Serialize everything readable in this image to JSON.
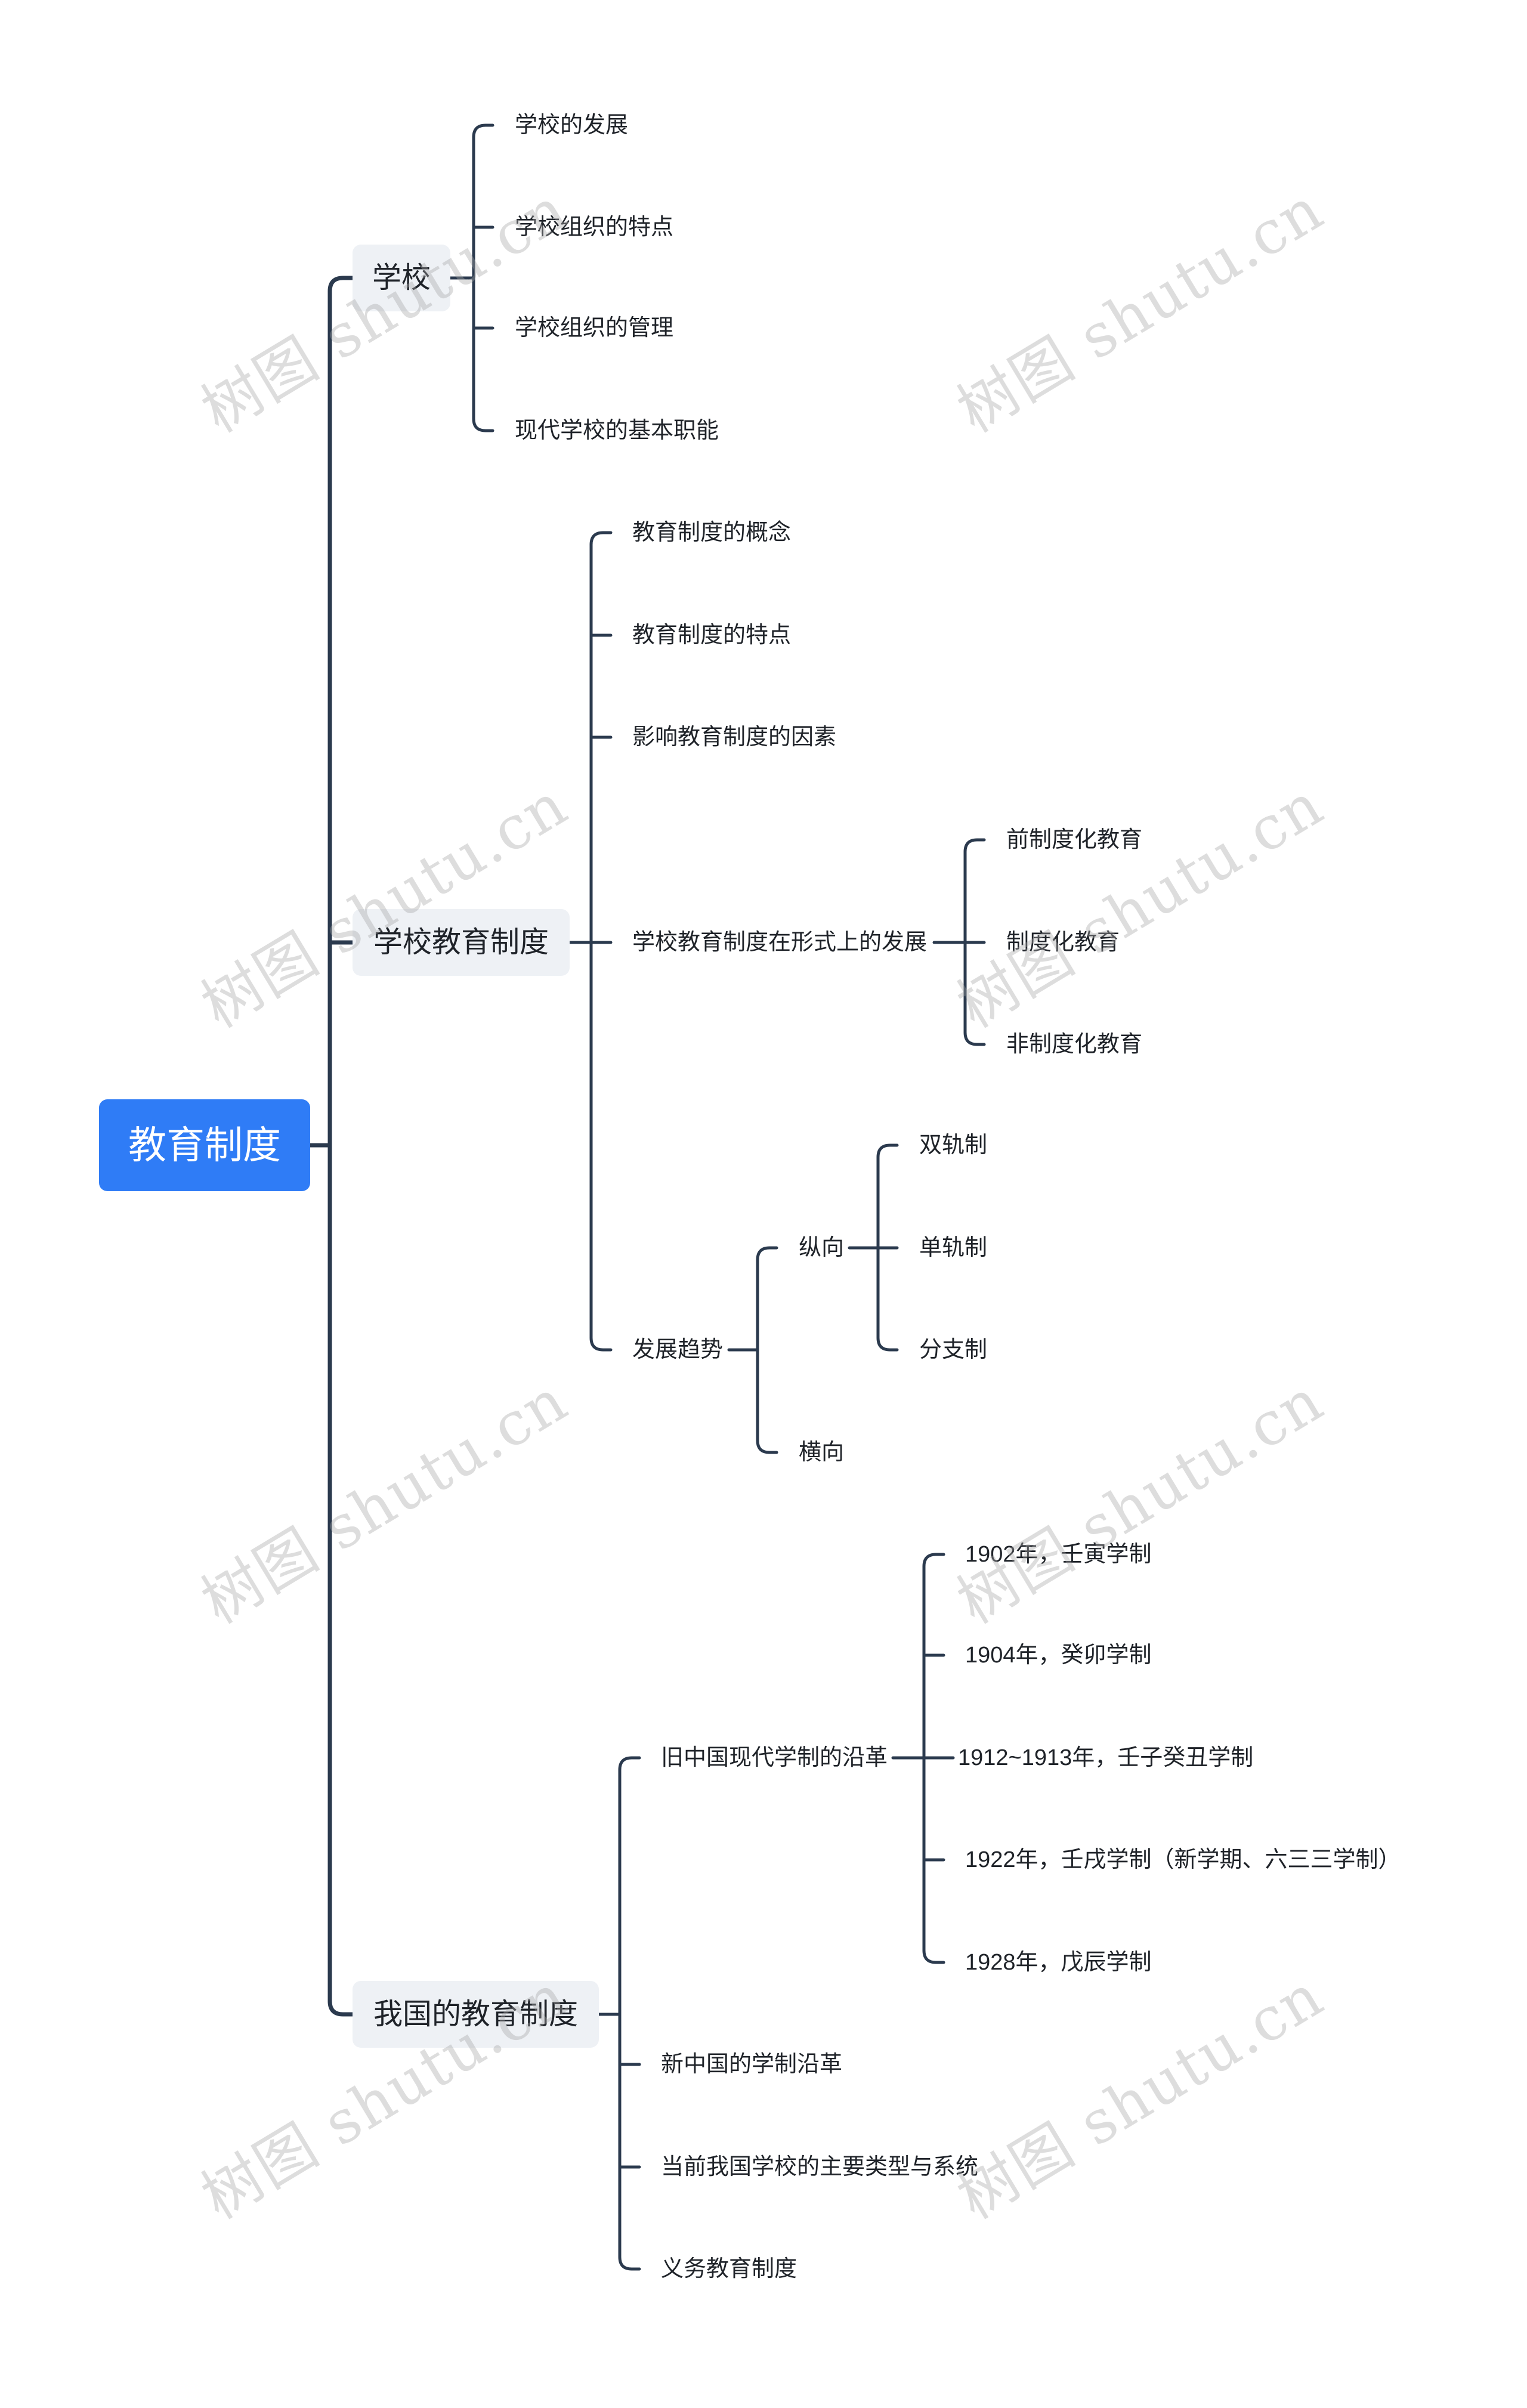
{
  "root": {
    "label": "教育制度"
  },
  "branches": [
    {
      "label": "学校",
      "children": [
        {
          "label": "学校的发展"
        },
        {
          "label": "学校组织的特点"
        },
        {
          "label": "学校组织的管理"
        },
        {
          "label": "现代学校的基本职能"
        }
      ]
    },
    {
      "label": "学校教育制度",
      "children": [
        {
          "label": "教育制度的概念"
        },
        {
          "label": "教育制度的特点"
        },
        {
          "label": "影响教育制度的因素"
        },
        {
          "label": "学校教育制度在形式上的发展",
          "children": [
            {
              "label": "前制度化教育"
            },
            {
              "label": "制度化教育"
            },
            {
              "label": "非制度化教育"
            }
          ]
        },
        {
          "label": "发展趋势",
          "children": [
            {
              "label": "纵向",
              "children": [
                {
                  "label": "双轨制"
                },
                {
                  "label": "单轨制"
                },
                {
                  "label": "分支制"
                }
              ]
            },
            {
              "label": "横向"
            }
          ]
        }
      ]
    },
    {
      "label": "我国的教育制度",
      "children": [
        {
          "label": "旧中国现代学制的沿革",
          "children": [
            {
              "label": "1902年，壬寅学制"
            },
            {
              "label": "1904年，癸卯学制"
            },
            {
              "label": "1912~1913年，壬子癸丑学制"
            },
            {
              "label": "1922年，壬戌学制（新学期、六三三学制）"
            },
            {
              "label": "1928年，戊辰学制"
            }
          ]
        },
        {
          "label": "新中国的学制沿革"
        },
        {
          "label": "当前我国学校的主要类型与系统"
        },
        {
          "label": "义务教育制度"
        }
      ]
    }
  ],
  "watermark": {
    "text": "树图 shutu.cn"
  },
  "colors": {
    "root_bg": "#2f7cf6",
    "root_fg": "#ffffff",
    "branch_bg": "#eef1f5",
    "line": "#2b3a4e",
    "text": "#1f2329"
  }
}
